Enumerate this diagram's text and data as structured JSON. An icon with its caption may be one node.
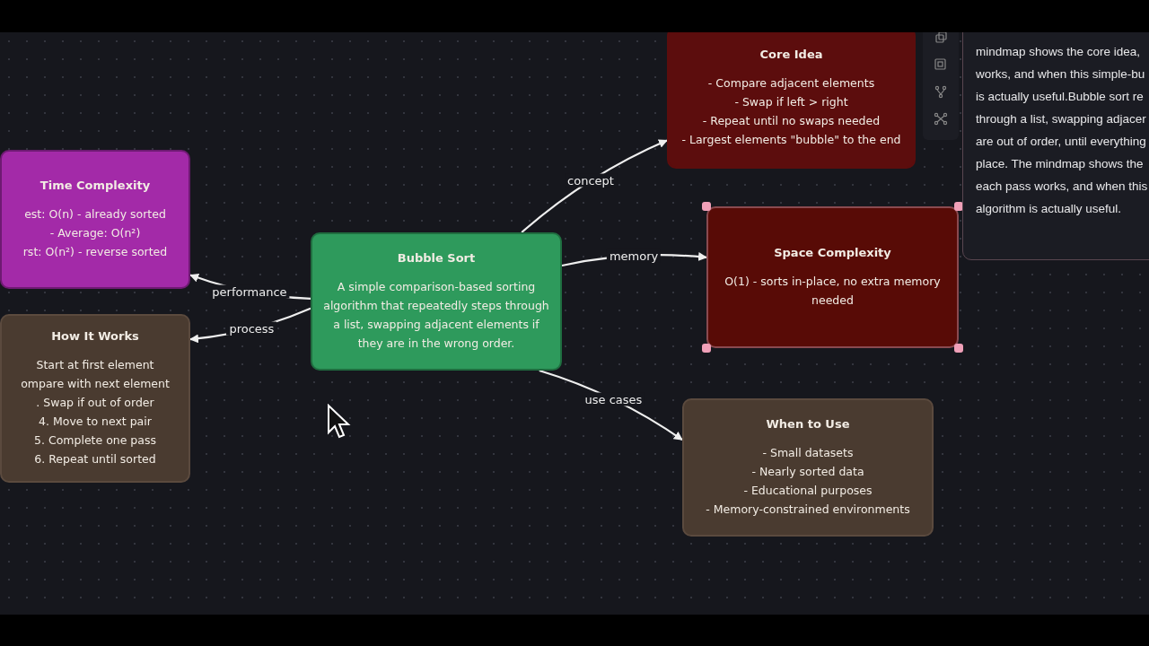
{
  "diagram": {
    "nodes": [
      {
        "text": [
          "Bubble Sort",
          "A simple comparison-based sorting algorithm that repeatedly steps through a list, swapping adjacent elements if they are in the wrong order."
        ]
      },
      {
        "text": [
          "Core Idea",
          "- Compare adjacent elements",
          "- Swap if left > right",
          "- Repeat until no swaps needed",
          "- Largest elements \"bubble\" to the end"
        ]
      },
      {
        "text": [
          "Space Complexity",
          "O(1) - sorts in-place, no extra memory needed"
        ]
      },
      {
        "text": [
          "When to Use",
          "- Small datasets",
          "- Nearly sorted data",
          "- Educational purposes",
          "- Memory-constrained environments"
        ]
      },
      {
        "text": [
          "Time Complexity",
          "est: O(n) - already sorted",
          "- Average: O(n²)",
          "rst: O(n²) - reverse sorted"
        ]
      },
      {
        "text": [
          "How It Works",
          "Start at first element",
          "ompare with next element",
          ". Swap if out of order",
          "4. Move to next pair",
          "5. Complete one pass",
          "6. Repeat until sorted"
        ]
      }
    ],
    "edges": [
      {
        "from": 0,
        "to": 1,
        "arrow": "to",
        "label": "concept"
      },
      {
        "from": 0,
        "to": 2,
        "arrow": "to",
        "label": "memory"
      },
      {
        "from": 0,
        "to": 3,
        "arrow": "to",
        "label": "use cases"
      },
      {
        "from": 0,
        "to": 4,
        "arrow": "to",
        "label": "performance"
      },
      {
        "from": 0,
        "to": 5,
        "arrow": "to",
        "label": "process"
      }
    ],
    "labels": [
      "mindmap shows the core idea,",
      "works, and when this simple-bu",
      "is actually useful.Bubble sort re",
      "through a list, swapping adjacer",
      "are out of order, until everything",
      "place. The mindmap shows the",
      "each pass works, and when this",
      "algorithm is actually useful."
    ]
  }
}
